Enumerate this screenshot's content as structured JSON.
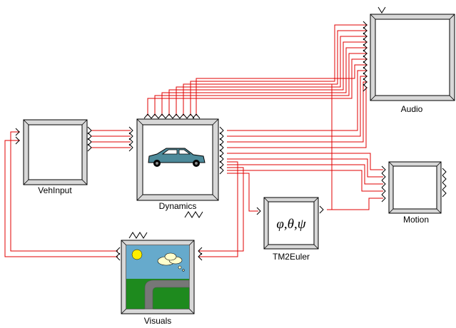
{
  "blocks": {
    "vehinput": {
      "label": "VehInput"
    },
    "dynamics": {
      "label": "Dynamics"
    },
    "audio": {
      "label": "Audio"
    },
    "motion": {
      "label": "Motion"
    },
    "tm2euler": {
      "label": "TM2Euler",
      "symbol": "φ,θ,ψ"
    },
    "visuals": {
      "label": "Visuals"
    }
  },
  "colors": {
    "wire": "#e00000",
    "sky": "#66aacc",
    "grass": "#1e8a1e",
    "sun": "#ffee00",
    "road": "#777777",
    "car_body": "#4d8a9a"
  }
}
